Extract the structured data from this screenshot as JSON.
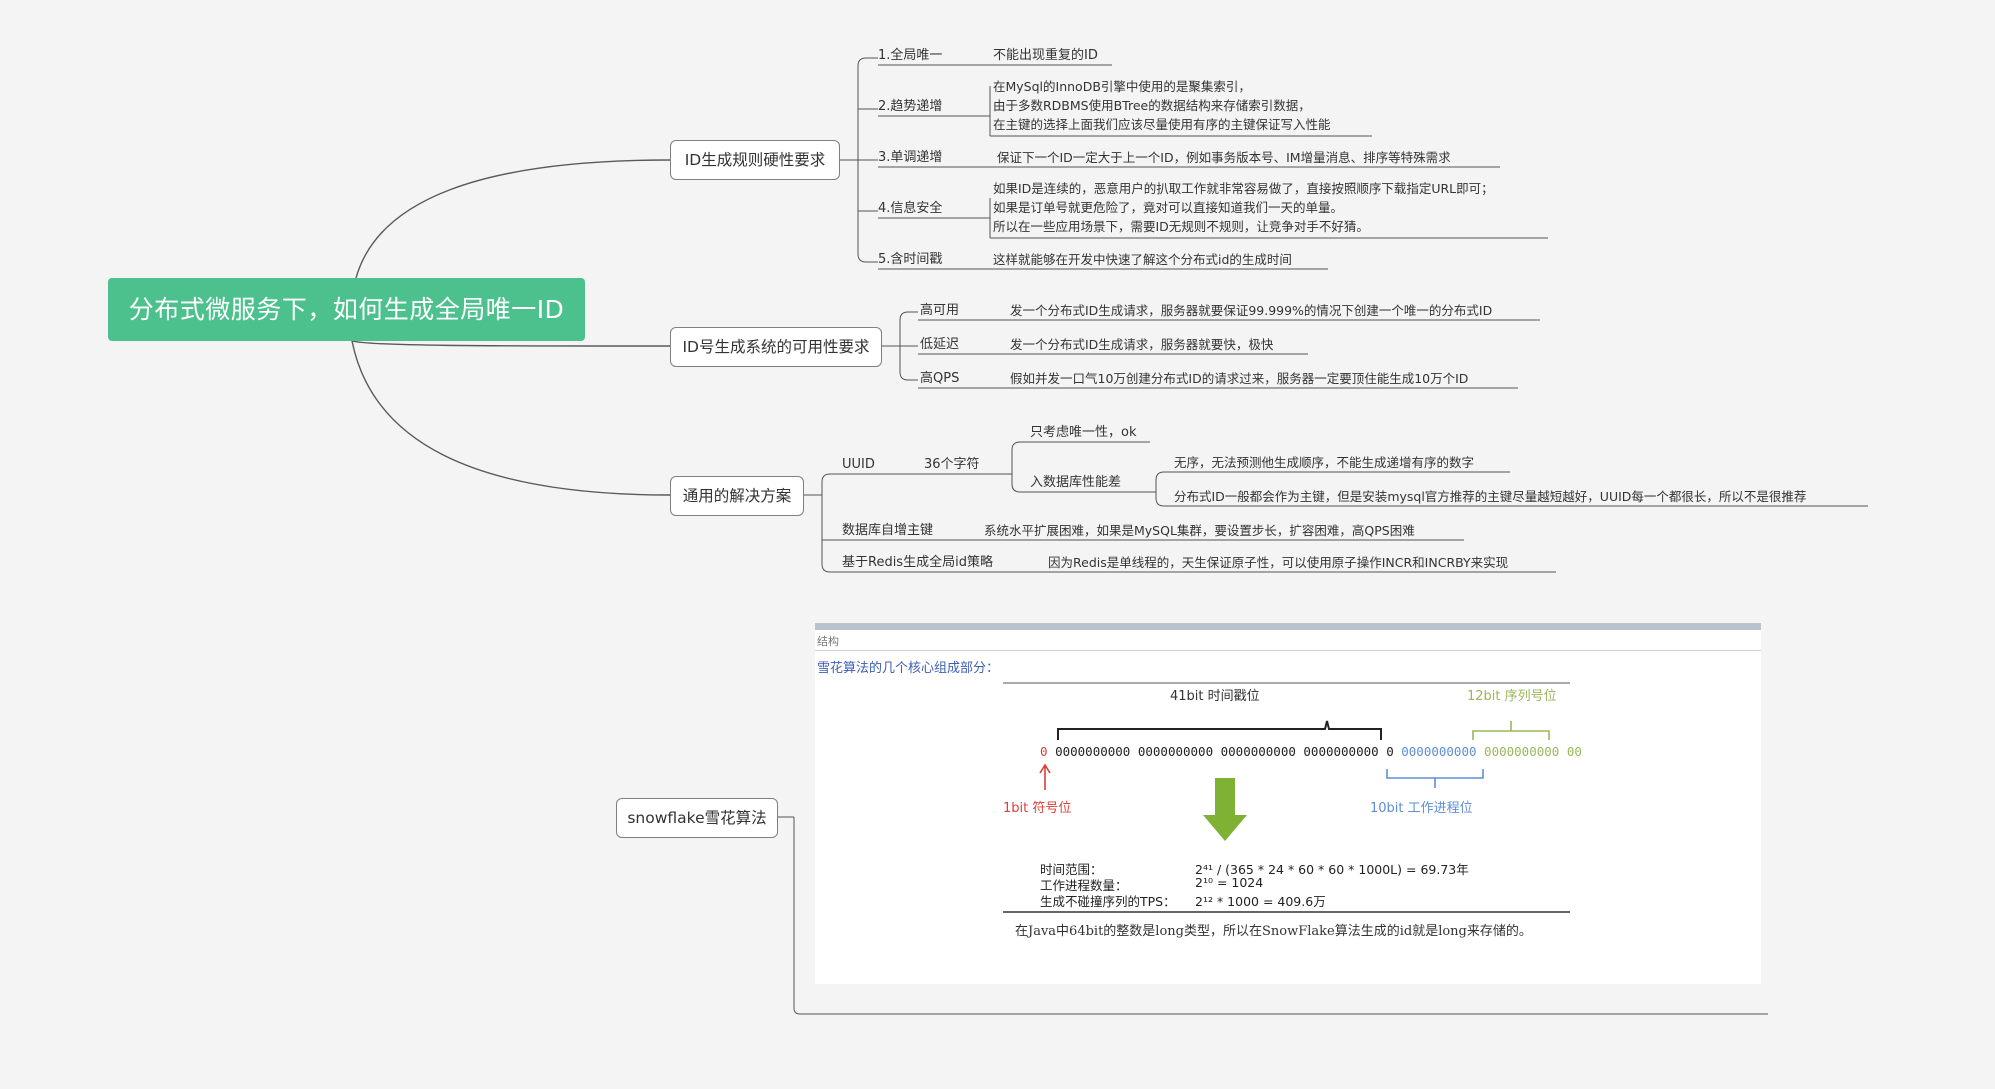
{
  "root": {
    "title": "分布式微服务下，如何生成全局唯一ID"
  },
  "branch1": {
    "label": "ID生成规则硬性要求",
    "items": [
      {
        "key": "1.全局唯一",
        "desc": [
          "不能出现重复的ID"
        ]
      },
      {
        "key": "2.趋势递增",
        "desc": [
          "在MySql的InnoDB引擎中使用的是聚集索引，",
          "由于多数RDBMS使用BTree的数据结构来存储索引数据，",
          "在主键的选择上面我们应该尽量使用有序的主键保证写入性能"
        ]
      },
      {
        "key": "3.单调递增",
        "desc": [
          "保证下一个ID一定大于上一个ID，例如事务版本号、IM增量消息、排序等特殊需求"
        ]
      },
      {
        "key": "4.信息安全",
        "desc": [
          "如果ID是连续的，恶意用户的扒取工作就非常容易做了，直接按照顺序下载指定URL即可；",
          "如果是订单号就更危险了，竟对可以直接知道我们一天的单量。",
          "所以在一些应用场景下，需要ID无规则不规则，让竞争对手不好猜。"
        ]
      },
      {
        "key": "5.含时间戳",
        "desc": [
          "这样就能够在开发中快速了解这个分布式id的生成时间"
        ]
      }
    ]
  },
  "branch2": {
    "label": "ID号生成系统的可用性要求",
    "items": [
      {
        "key": "高可用",
        "desc": "发一个分布式ID生成请求，服务器就要保证99.999%的情况下创建一个唯一的分布式ID"
      },
      {
        "key": "低延迟",
        "desc": "发一个分布式ID生成请求，服务器就要快，极快"
      },
      {
        "key": "高QPS",
        "desc": "假如并发一口气10万创建分布式ID的请求过来，服务器一定要顶住能生成10万个ID"
      }
    ]
  },
  "branch3": {
    "label": "通用的解决方案",
    "uuid": {
      "key": "UUID",
      "chars": "36个字符",
      "ok": "只考虑唯一性，ok",
      "db_perf": "入数据库性能差",
      "cons": [
        "无序，无法预测他生成顺序，不能生成递增有序的数字",
        "分布式ID一般都会作为主键，但是安装mysql官方推荐的主键尽量越短越好，UUID每一个都很长，所以不是很推荐"
      ]
    },
    "db": {
      "key": "数据库自增主键",
      "desc": "系统水平扩展困难，如果是MySQL集群，要设置步长，扩容困难，高QPS困难"
    },
    "redis": {
      "key": "基于Redis生成全局id策略",
      "desc": "因为Redis是单线程的，天生保证原子性，可以使用原子操作INCR和INCRBY来实现"
    }
  },
  "branch4": {
    "label": "snowflake雪花算法",
    "note": {
      "header": "结构",
      "intro": "雪花算法的几个核心组成部分：",
      "label_41": "41bit 时间戳位",
      "label_12": "12bit 序列号位",
      "bits_sign": "0",
      "bits_time": "0000000000 0000000000 0000000000 0000000000 0",
      "bits_worker": "0000000000",
      "bits_seq": "0000000000 00",
      "label_1": "1bit 符号位",
      "label_10": "10bit 工作进程位",
      "f1_label": "时间范围：",
      "f1_value": "2⁴¹ / (365 * 24 * 60 * 60 * 1000L) = 69.73年",
      "f2_label": "工作进程数量：",
      "f2_value": "2¹⁰ = 1024",
      "f3_label": "生成不碰撞序列的TPS：",
      "f3_value": "2¹² * 1000 = 409.6万",
      "footer": "在Java中64bit的整数是long类型，所以在SnowFlake算法生成的id就是long来存储的。"
    }
  },
  "colors": {
    "root_bg": "#4cc18d",
    "line": "#555555",
    "red": "#d9403a",
    "blue": "#5d8fd6",
    "green": "#9ab75b",
    "arrow": "#7fb135"
  }
}
